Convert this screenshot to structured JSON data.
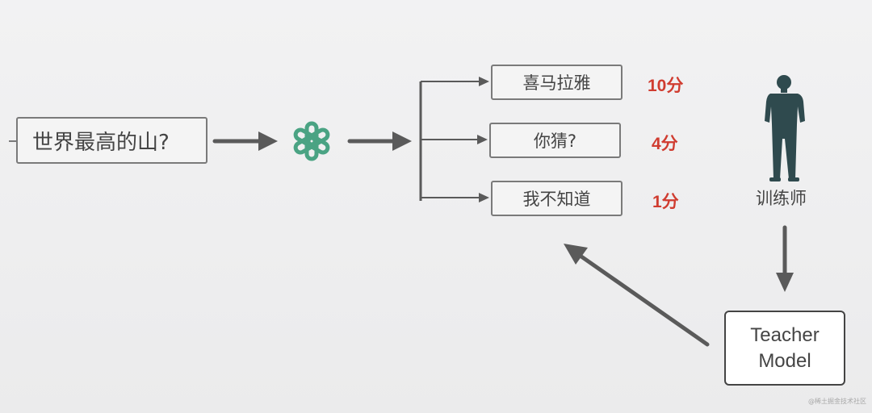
{
  "question": "世界最高的山?",
  "answers": [
    {
      "text": "喜马拉雅",
      "score": "10分"
    },
    {
      "text": "你猜?",
      "score": "4分"
    },
    {
      "text": "我不知道",
      "score": "1分"
    }
  ],
  "trainer_label": "训练师",
  "teacher_model": {
    "line1": "Teacher",
    "line2": "Model"
  },
  "watermark": "@稀土掘金技术社区",
  "colors": {
    "score": "#d03c30",
    "arrow": "#5a5a5a",
    "logo": "#4aa383",
    "person": "#2f4a4e"
  },
  "icons": {
    "model": "chatgpt-logo-icon",
    "trainer": "person-icon"
  }
}
